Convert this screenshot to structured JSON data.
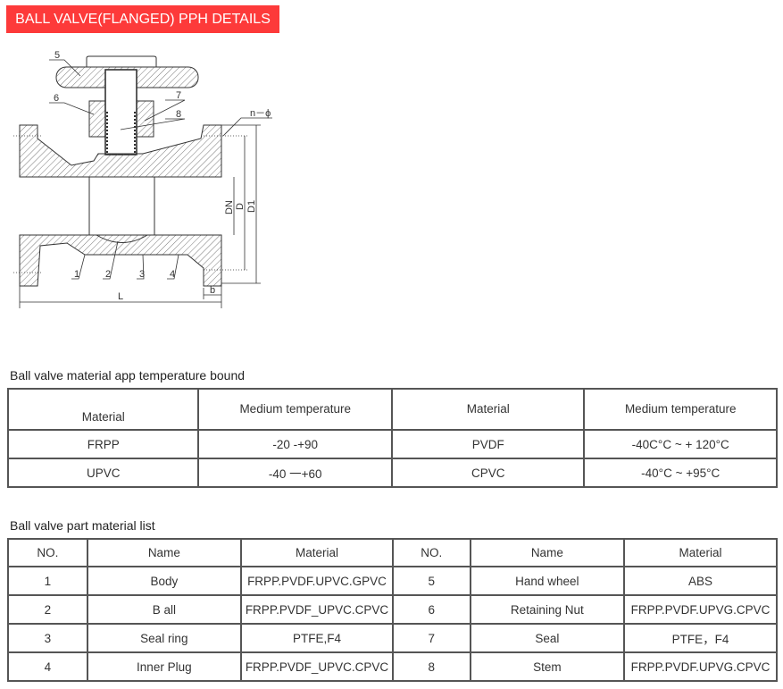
{
  "header": {
    "title": "BALL VALVE(FLANGED) PPH DETAILS"
  },
  "diagram": {
    "part_labels": [
      "1",
      "2",
      "3",
      "4",
      "5",
      "6",
      "7",
      "8"
    ],
    "dimension_labels": {
      "n_phi": "n－ϕ",
      "dn": "DN",
      "d": "D",
      "d1": "D1",
      "l": "L",
      "b": "b"
    }
  },
  "temperature_table": {
    "caption": "Ball valve material app temperature bound",
    "headers": [
      "Material",
      "Medium temperature",
      "Material",
      "Medium temperature"
    ],
    "rows": [
      [
        "FRPP",
        "-20 -+90",
        "PVDF",
        "-40C°C ~ + 120°C"
      ],
      [
        "UPVC",
        "-40 一+60",
        "CPVC",
        "-40°C ~ +95°C"
      ]
    ]
  },
  "parts_table": {
    "caption": "Ball valve part material list",
    "headers": [
      "NO.",
      "Name",
      "Material",
      "NO.",
      "Name",
      "Material"
    ],
    "rows": [
      [
        "1",
        "Body",
        "FRPP.PVDF.UPVC.GPVC",
        "5",
        "Hand wheel",
        "ABS"
      ],
      [
        "2",
        "B all",
        "FRPP.PVDF_UPVC.CPVC",
        "6",
        "Retaining Nut",
        "FRPP.PVDF.UPVG.CPVC"
      ],
      [
        "3",
        "Seal ring",
        "PTFE,F4",
        "7",
        "Seal",
        "PTFE，F4"
      ],
      [
        "4",
        "Inner Plug",
        "FRPP.PVDF_UPVC.CPVC",
        "8",
        "Stem",
        "FRPP.PVDF.UPVG.CPVC"
      ]
    ]
  },
  "colors": {
    "banner": "#fd3a3a",
    "border": "#555555"
  }
}
